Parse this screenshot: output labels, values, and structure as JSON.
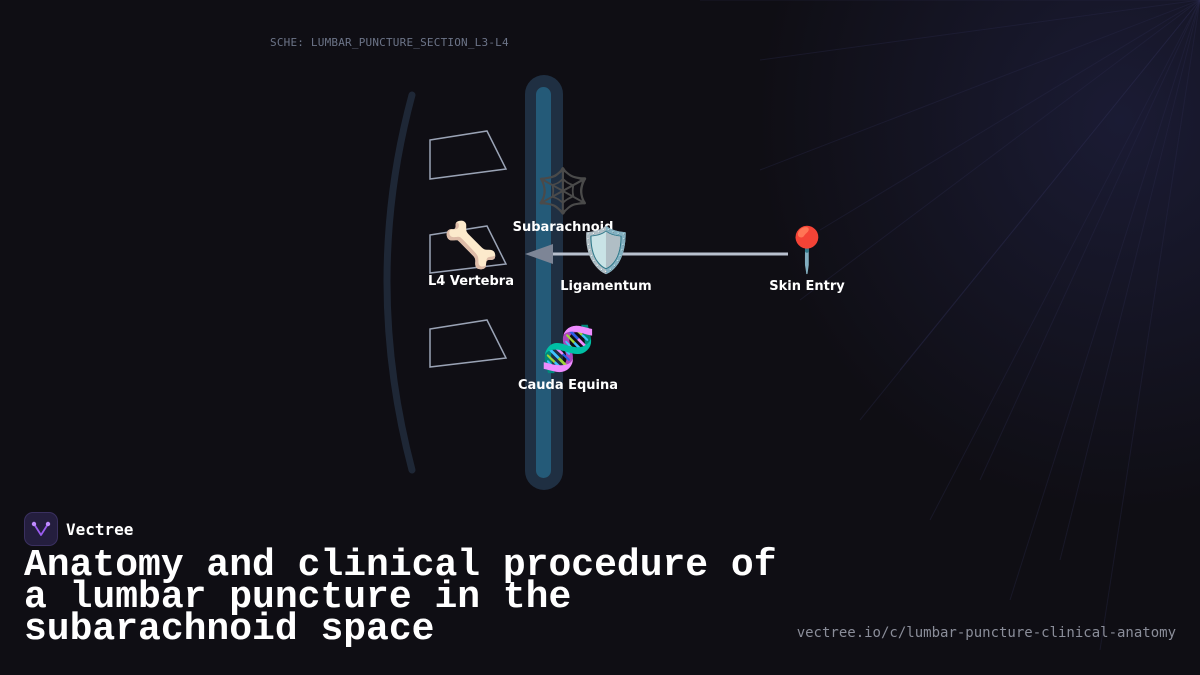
{
  "diagram": {
    "schematic_label": "SCHE: LUMBAR_PUNCTURE_SECTION_L3-L4",
    "nodes": {
      "subarachnoid": {
        "label": "Subarachnoid",
        "icon": "spider-web-icon",
        "glyph": "🕸️"
      },
      "vertebra": {
        "label": "L4 Vertebra",
        "icon": "bone-icon",
        "glyph": "🦴"
      },
      "ligamentum": {
        "label": "Ligamentum",
        "icon": "shield-icon",
        "glyph": "🛡️"
      },
      "skin_entry": {
        "label": "Skin Entry",
        "icon": "round-pushpin-icon",
        "glyph": "📍"
      },
      "cauda_equina": {
        "label": "Cauda Equina",
        "icon": "dna-icon",
        "glyph": "🧬"
      }
    },
    "edges": [
      {
        "from": "skin_entry",
        "to": "subarachnoid"
      }
    ]
  },
  "brand": {
    "name": "Vectree",
    "logo_icon": "vectree-logo-icon"
  },
  "title": "Anatomy and clinical procedure of a lumbar puncture in the subarachnoid space",
  "source_url": "vectree.io/c/lumbar-puncture-clinical-anatomy",
  "colors": {
    "background": "#0f0e14",
    "canal_outer": "#1f2f42",
    "canal_inner": "#245a78",
    "vertebra_outline": "#9aa3b5",
    "needle": "#b9c1cf",
    "needle_tip": "#7d8596",
    "brand_accent": "#9b5cf0"
  }
}
